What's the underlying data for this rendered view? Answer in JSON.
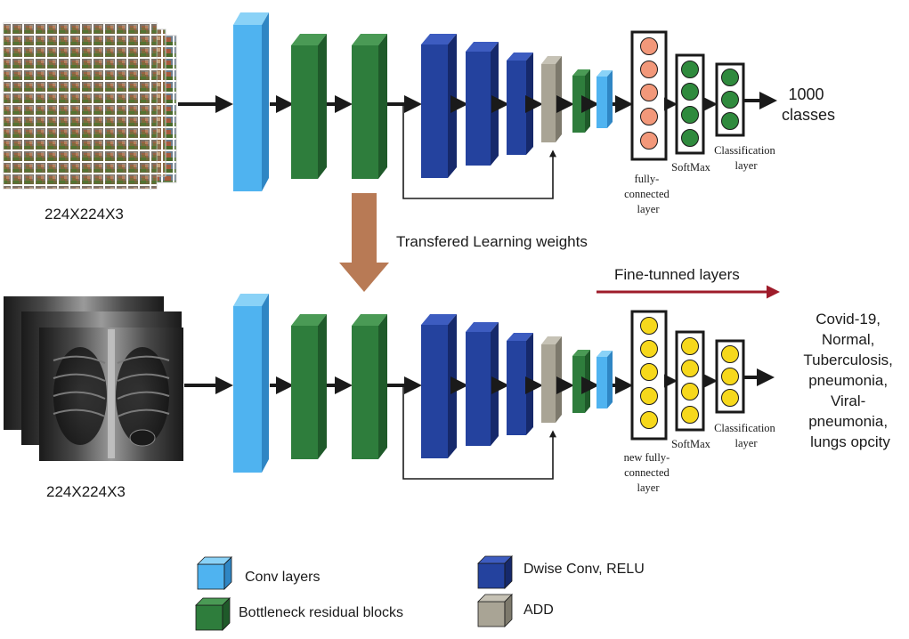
{
  "colors": {
    "conv": "#4fb3f0",
    "conv_dark": "#2f86c4",
    "bottleneck": "#2e7d3c",
    "bottleneck_dark": "#1f5a2a",
    "dwise": "#24429e",
    "dwise_dark": "#16296b",
    "add": "#a9a495",
    "add_dark": "#7d796c",
    "fc_node": "#f2987a",
    "softmax_node": "#2f8a3d",
    "yellow_node": "#f6d81c",
    "transfer_arrow": "#b87a55",
    "finetune_arrow": "#9e1b2a"
  },
  "top": {
    "input_size": "224X224X3",
    "fc_label": [
      "fully-",
      "connected",
      "layer"
    ],
    "softmax_label": "SoftMax",
    "classification_label": [
      "Classification",
      "layer"
    ],
    "output_label": [
      "1000",
      "classes"
    ]
  },
  "transfer_label": "Transfered Learning weights",
  "bottom": {
    "input_size": "224X224X3",
    "finetune_label": "Fine-tunned layers",
    "fc_label": [
      "new fully-",
      "connected",
      "layer"
    ],
    "softmax_label": "SoftMax",
    "classification_label": [
      "Classification",
      "layer"
    ],
    "output_label": [
      "Covid-19,",
      "Normal,",
      "Tuberculosis,",
      "pneumonia,",
      "Viral-",
      "pneumonia,",
      "lungs opcity"
    ]
  },
  "legend": {
    "conv": "Conv layers",
    "bottleneck": "Bottleneck residual blocks",
    "dwise": "Dwise Conv, RELU",
    "add": "ADD"
  }
}
